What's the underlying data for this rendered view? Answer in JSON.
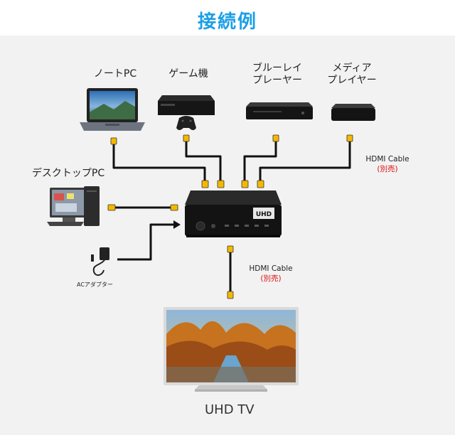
{
  "title": "接続例",
  "devices": {
    "laptop": "ノートPC",
    "game": "ゲーム機",
    "bluray": "ブルーレイ\nプレーヤー",
    "media": "メディア\nプレイヤー",
    "desktop": "デスクトップPC"
  },
  "cables": {
    "top": {
      "name": "HDMI Cable",
      "note": "(別売)"
    },
    "bottom": {
      "name": "HDMI Cable",
      "note": "(別売)"
    }
  },
  "adapter": "ACアダプター",
  "switch_brand": "UHD",
  "tv": "UHD TV",
  "colors": {
    "accent": "#1a9fe6",
    "note": "#dd1111",
    "connector": "#f5b800"
  }
}
